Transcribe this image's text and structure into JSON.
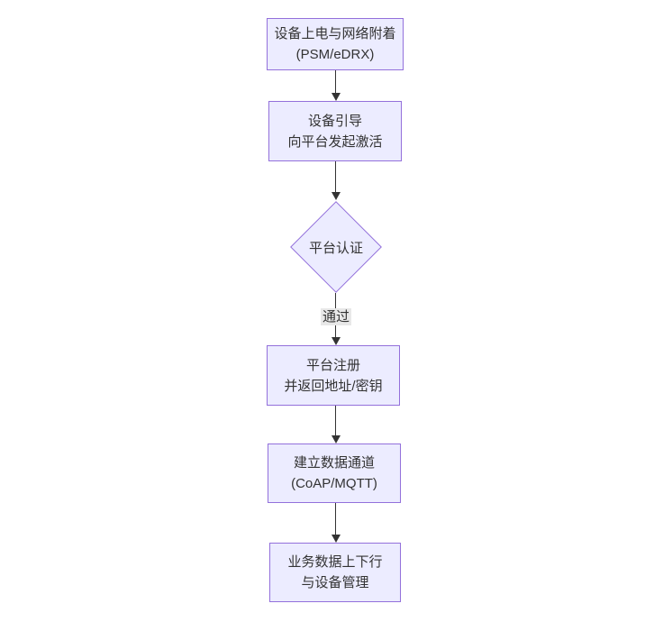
{
  "diagram": {
    "type": "flowchart",
    "direction": "top-down",
    "nodes": [
      {
        "id": "A",
        "shape": "rect",
        "lines": [
          "设备上电与网络附着",
          "(PSM/eDRX)"
        ]
      },
      {
        "id": "B",
        "shape": "rect",
        "lines": [
          "设备引导",
          "向平台发起激活"
        ]
      },
      {
        "id": "C",
        "shape": "diamond",
        "lines": [
          "平台认证"
        ]
      },
      {
        "id": "D",
        "shape": "rect",
        "lines": [
          "平台注册",
          "并返回地址/密钥"
        ]
      },
      {
        "id": "E",
        "shape": "rect",
        "lines": [
          "建立数据通道",
          "(CoAP/MQTT)"
        ]
      },
      {
        "id": "F",
        "shape": "rect",
        "lines": [
          "业务数据上下行",
          "与设备管理"
        ]
      }
    ],
    "edges": [
      {
        "from": "A",
        "to": "B",
        "label": ""
      },
      {
        "from": "B",
        "to": "C",
        "label": ""
      },
      {
        "from": "C",
        "to": "D",
        "label": "通过"
      },
      {
        "from": "D",
        "to": "E",
        "label": ""
      },
      {
        "from": "E",
        "to": "F",
        "label": ""
      }
    ],
    "colors": {
      "node_fill": "#ECECFF",
      "node_border": "#9370DB",
      "text": "#333333",
      "edge": "#333333",
      "edge_label_bg": "#e8e8e8",
      "background": "#ffffff"
    }
  }
}
